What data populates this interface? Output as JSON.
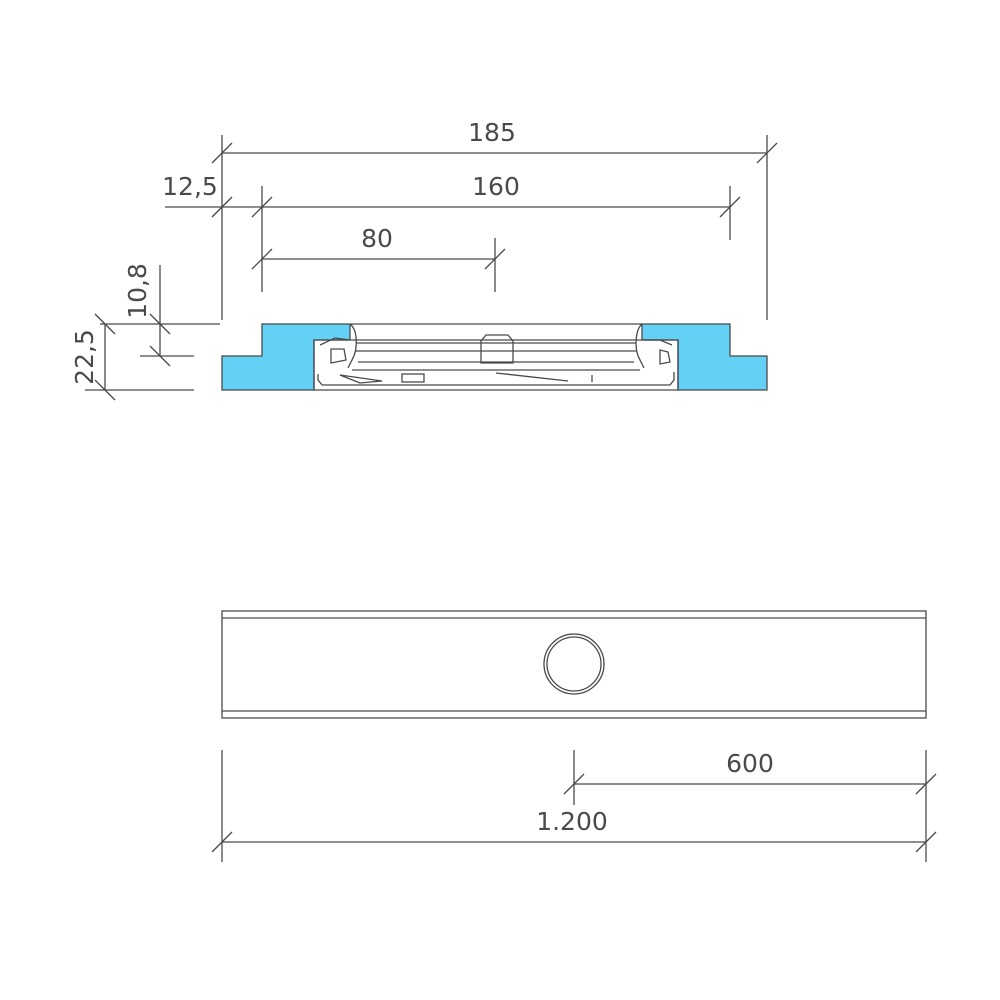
{
  "colors": {
    "line": "#4a4a4a",
    "profile_fill": "#63d0f5",
    "background": "#ffffff"
  },
  "section_view": {
    "dimensions": {
      "overall_width": "185",
      "inner_width": "160",
      "half_inner_width": "80",
      "flange_offset": "12,5",
      "step_height": "10,8",
      "total_height": "22,5"
    }
  },
  "plan_view": {
    "features": [
      "outlet-circle"
    ],
    "dimensions": {
      "outlet_offset": "600",
      "overall_length": "1.200"
    }
  }
}
